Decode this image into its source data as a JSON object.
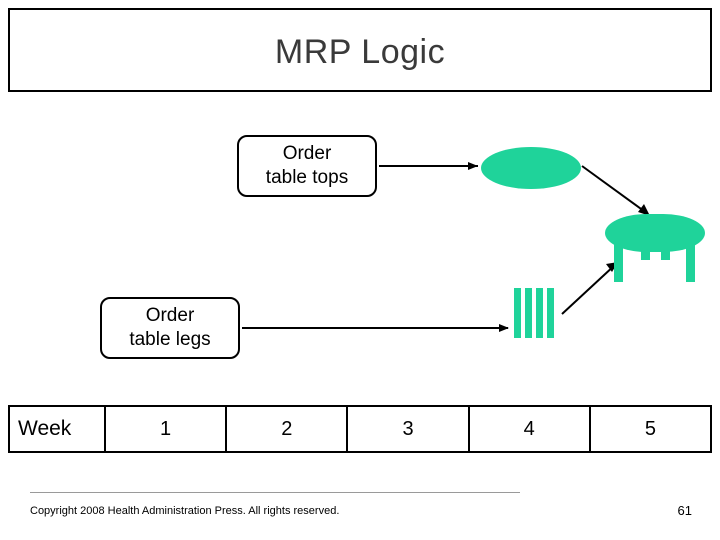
{
  "slide": {
    "title": "MRP Logic",
    "boxes": {
      "table_tops": "Order\ntable tops",
      "table_tops_line1": "Order",
      "table_tops_line2": "table tops",
      "table_legs_line1": "Order",
      "table_legs_line2": "table legs"
    },
    "week_row": {
      "label": "Week",
      "values": [
        "1",
        "2",
        "3",
        "4",
        "5"
      ]
    },
    "shapes": {
      "tabletop_ellipse": "green-ellipse-table-top",
      "table_legs_bars": "green-bars-table-legs",
      "assembled_table": "green-assembled-table"
    },
    "colors": {
      "green": "#1fd39a",
      "title_text": "#3a3a3a",
      "outline": "#000000"
    }
  },
  "footer": {
    "copyright": "Copyright 2008 Health Administration Press. All rights reserved.",
    "page_number": "61"
  }
}
